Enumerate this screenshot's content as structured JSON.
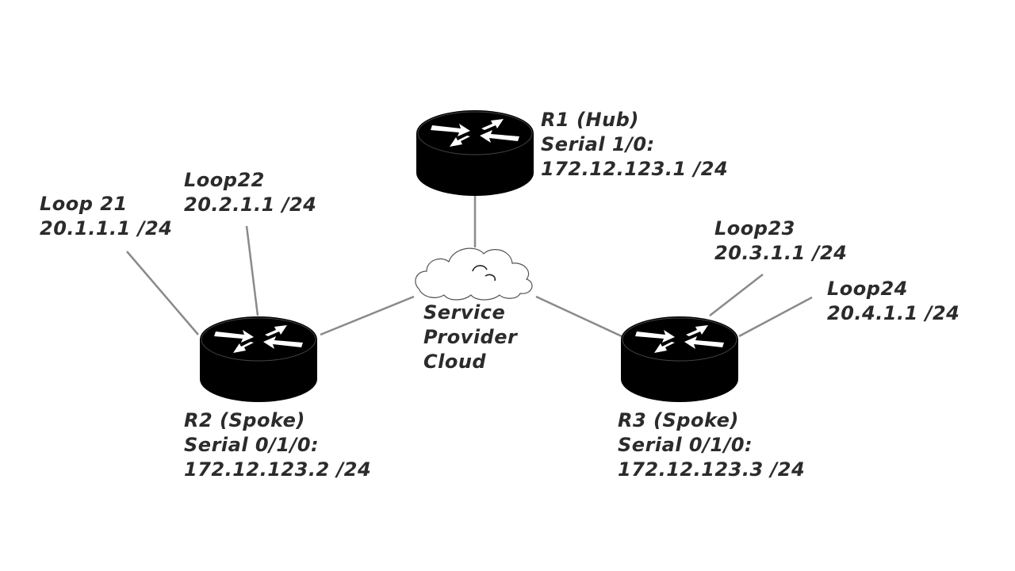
{
  "routers": {
    "r1": {
      "name": "R1 (Hub)",
      "interface": "Serial 1/0:",
      "address": "172.12.123.1 /24"
    },
    "r2": {
      "name": "R2 (Spoke)",
      "interface": "Serial 0/1/0:",
      "address": "172.12.123.2 /24"
    },
    "r3": {
      "name": "R3 (Spoke)",
      "interface": "Serial 0/1/0:",
      "address": "172.12.123.3 /24"
    }
  },
  "loopbacks": {
    "loop21": {
      "name": "Loop 21",
      "address": "20.1.1.1 /24"
    },
    "loop22": {
      "name": "Loop22",
      "address": "20.2.1.1 /24"
    },
    "loop23": {
      "name": "Loop23",
      "address": "20.3.1.1 /24"
    },
    "loop24": {
      "name": "Loop24",
      "address": "20.4.1.1 /24"
    }
  },
  "cloud": {
    "line1": "Service",
    "line2": "Provider",
    "line3": "Cloud"
  },
  "colors": {
    "router_body": "#000000",
    "router_arrows": "#ffffff",
    "link_line": "#8a8a8a",
    "text": "#2b2b2b"
  }
}
